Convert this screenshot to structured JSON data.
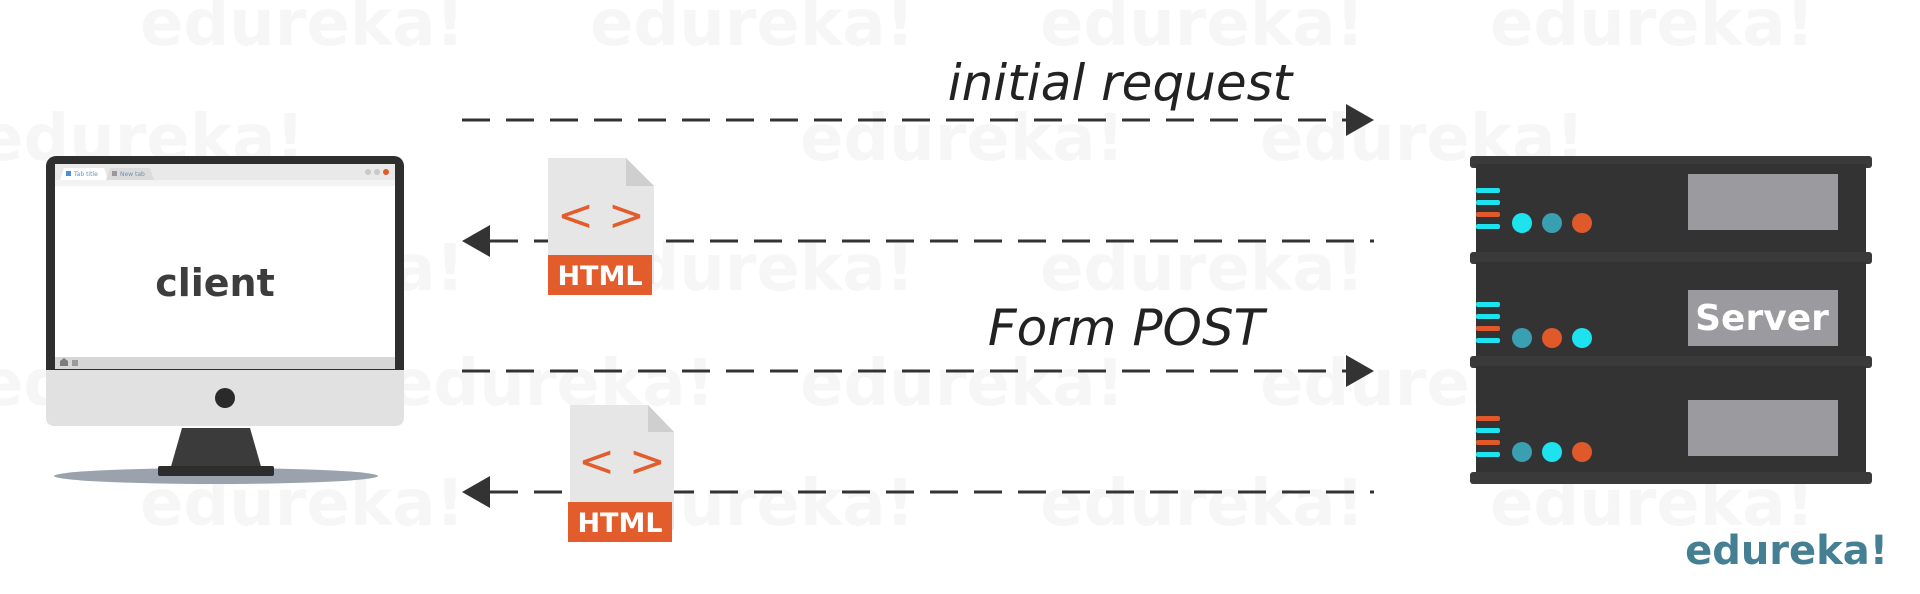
{
  "watermark": {
    "text": "edureka!"
  },
  "flows": [
    {
      "id": "initial_request",
      "label": "initial request",
      "direction": "client-to-server"
    },
    {
      "id": "html_response_1",
      "label": "",
      "direction": "server-to-client",
      "payload": "HTML"
    },
    {
      "id": "form_post",
      "label": "Form POST",
      "direction": "client-to-server"
    },
    {
      "id": "html_response_2",
      "label": "",
      "direction": "server-to-client",
      "payload": "HTML"
    }
  ],
  "client": {
    "label": "client",
    "browser_tabs": [
      "Tab title",
      "New tab"
    ]
  },
  "server": {
    "label": "Server"
  },
  "documents": [
    {
      "glyph": "< >",
      "badge": "HTML"
    },
    {
      "glyph": "< >",
      "badge": "HTML"
    }
  ],
  "brand": {
    "text": "edureka!"
  },
  "colors": {
    "arrow": "#333333",
    "html_badge": "#e35c2c",
    "server_body": "#333333",
    "server_panel": "#9a9a9f",
    "led_cyan": "#1de3ef",
    "led_teal": "#3a9fb0",
    "led_orange": "#e0592b",
    "brand": "#457f94"
  }
}
